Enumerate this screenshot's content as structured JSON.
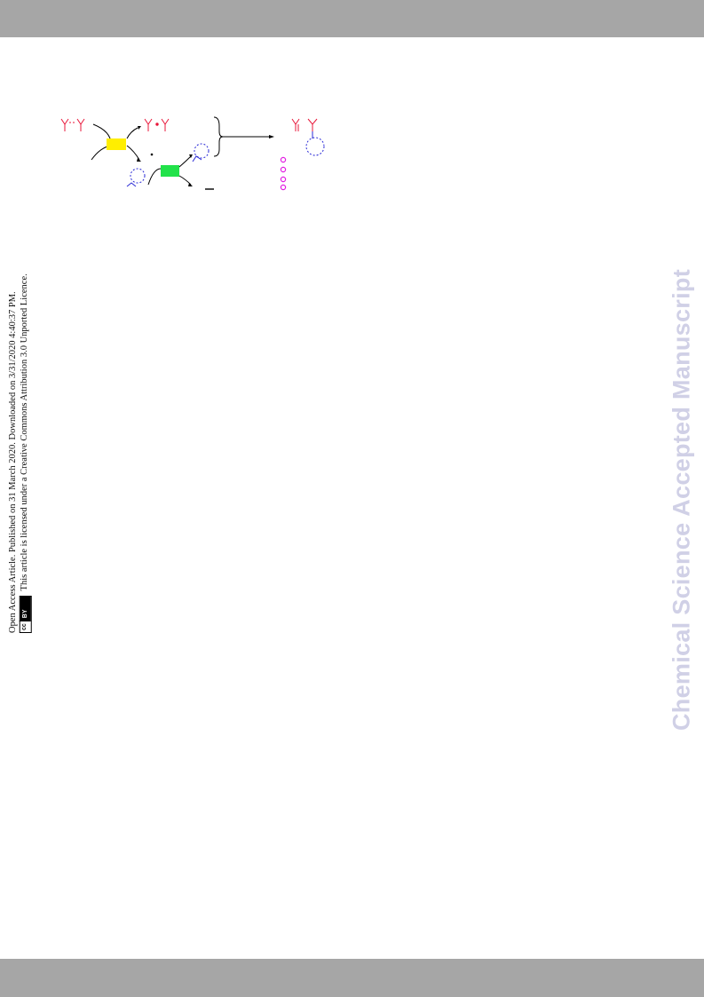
{
  "page": {
    "watermark": "Chemical Science Accepted Manuscript"
  },
  "license_note": {
    "line1": "Open Access Article. Published on 31 March 2020. Downloaded on 3/31/2020 4:40:37 PM.",
    "line2": "This article is licensed under a Creative Commons Attribution 3.0 Unported Licence.",
    "badge_cc": "cc",
    "badge_by": "BY"
  },
  "scheme": {
    "colors": {
      "red": "#e8173a",
      "blue": "#2b2bd6",
      "yellow": "#ffee00",
      "green": "#22e24a",
      "magenta": "#e11de1",
      "black": "#000000"
    }
  }
}
